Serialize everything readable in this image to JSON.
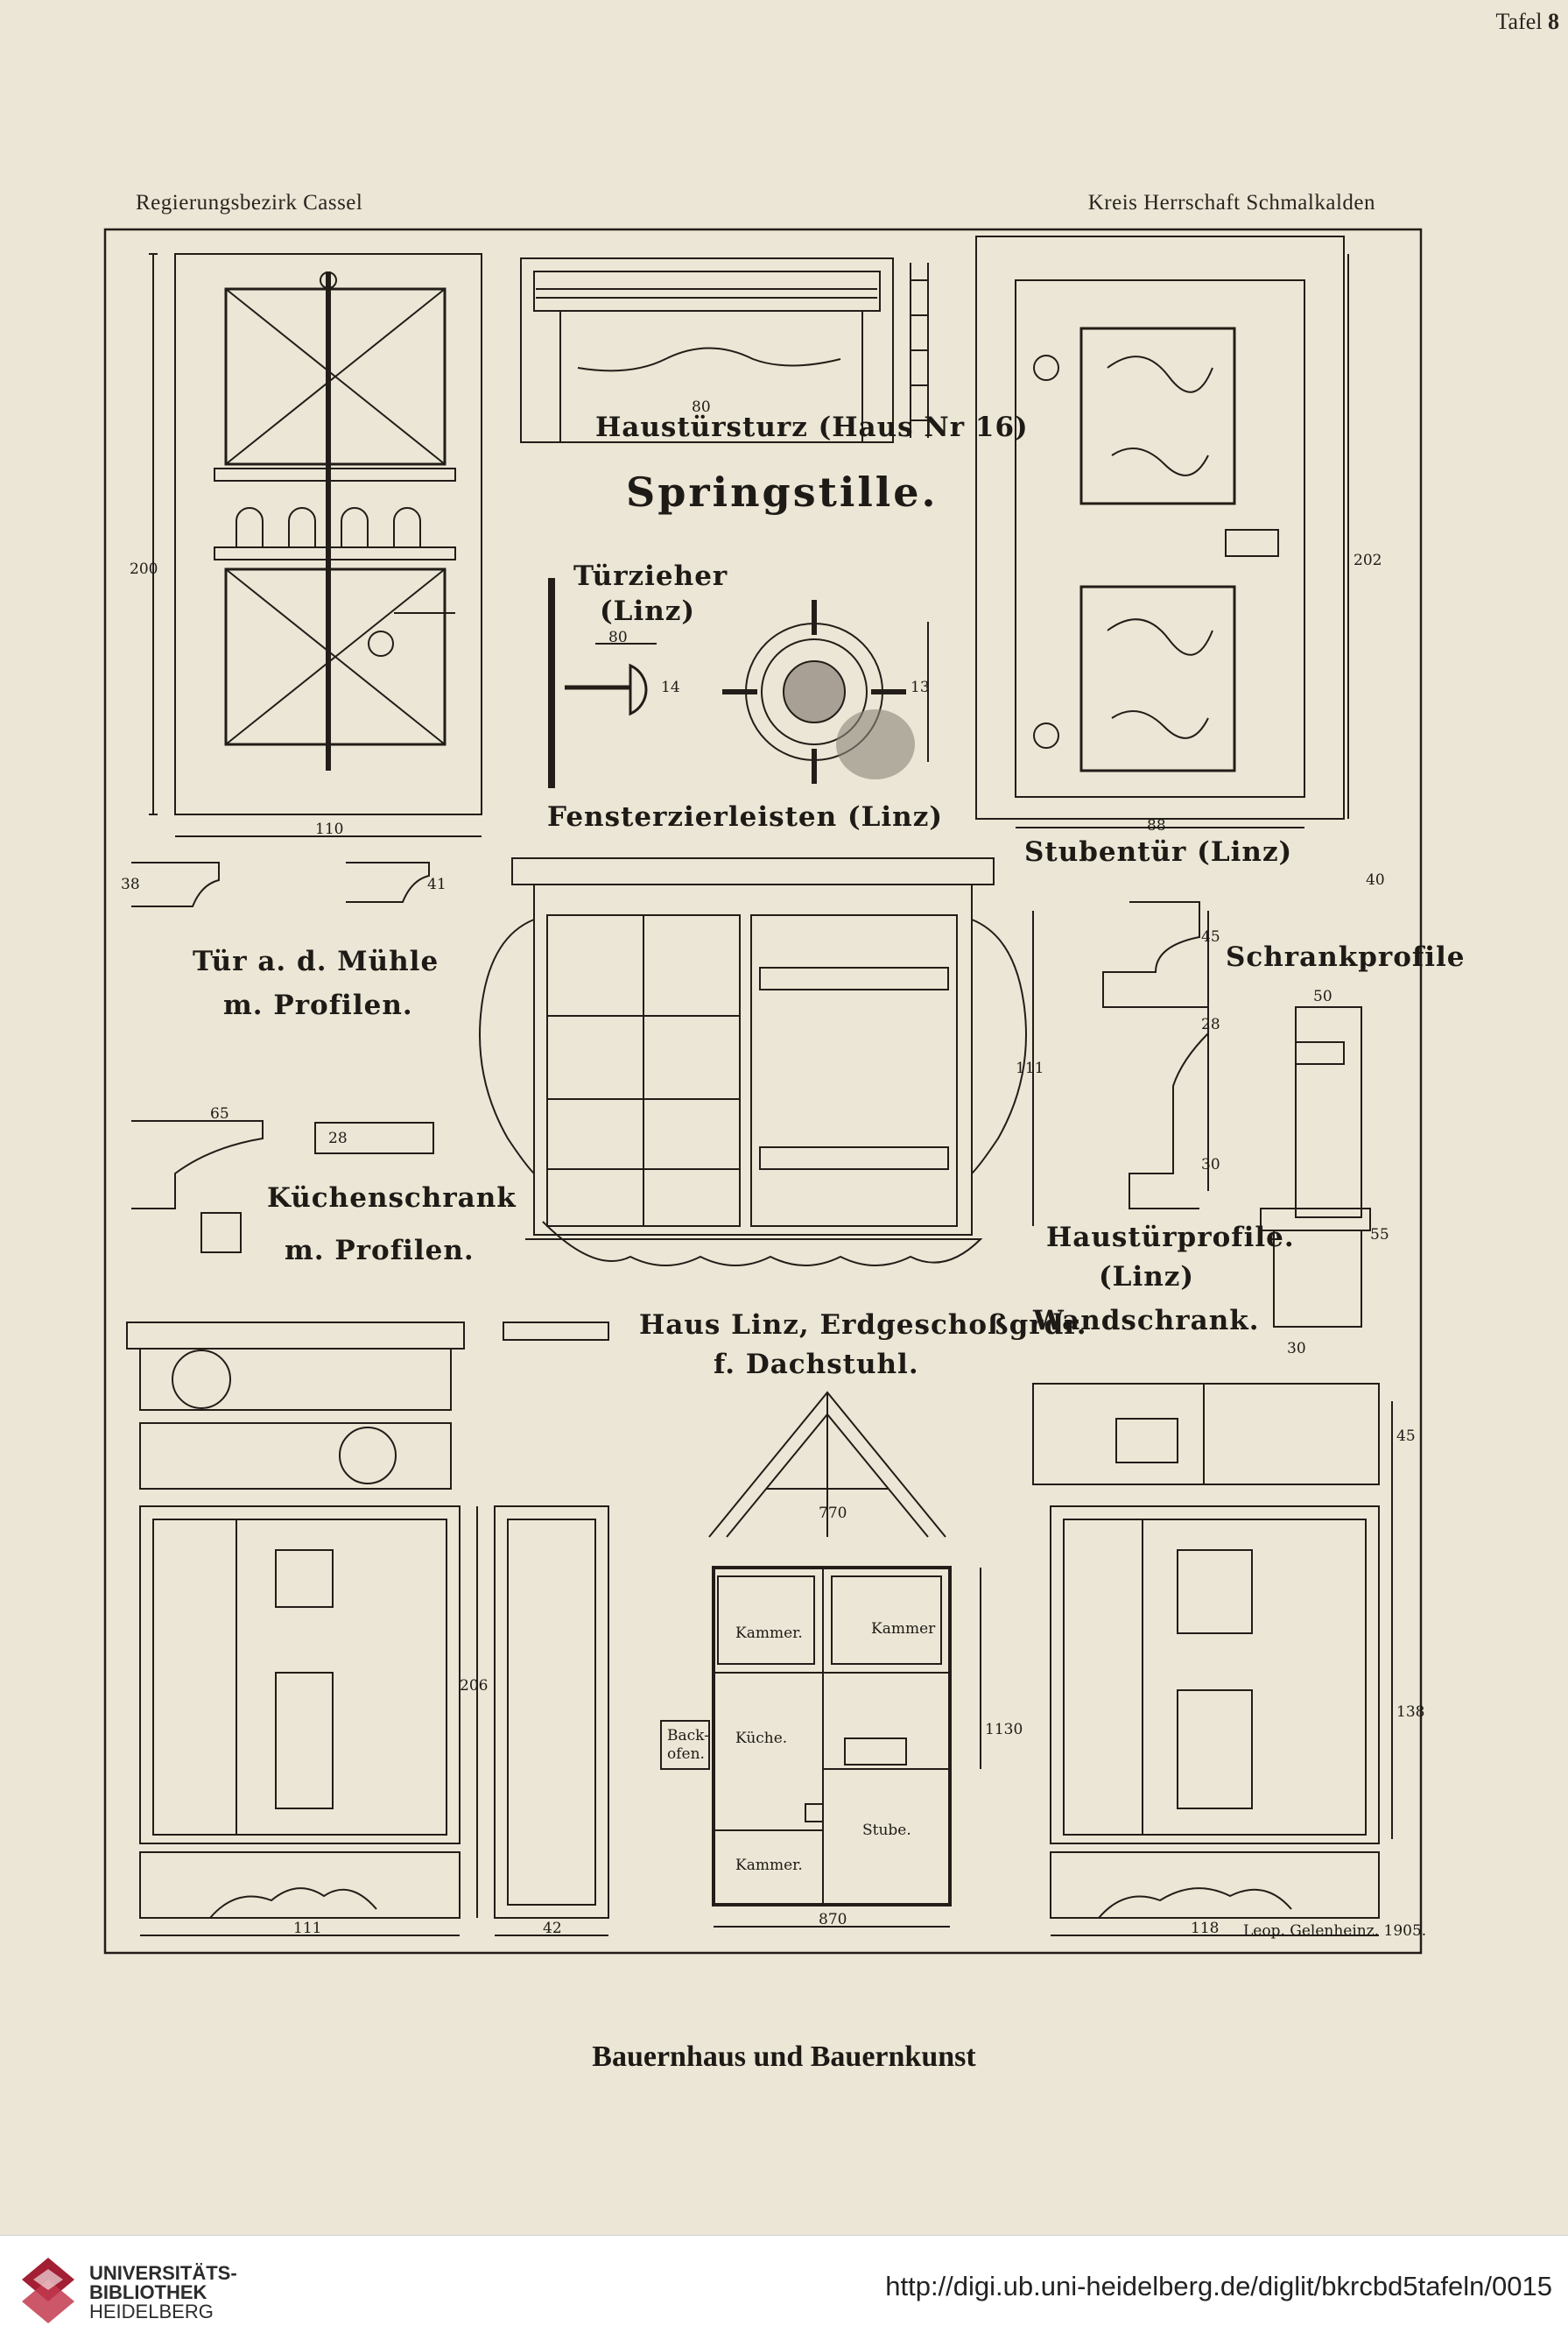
{
  "header": {
    "plate_word": "Tafel",
    "plate_number": "8",
    "region": "Regierungsbezirk Cassel",
    "district": "Kreis Herrschaft Schmalkalden"
  },
  "captions": {
    "haustursturz": "Haustürsturz (Haus Nr 16)",
    "springstille": "Springstille.",
    "turzieher_1": "Türzieher",
    "turzieher_2": "(Linz)",
    "fensterzierleisten": "Fensterzierleisten (Linz)",
    "stubentur": "Stubentür (Linz)",
    "tur_muhle_1": "Tür a. d. Mühle",
    "tur_muhle_2": "m. Profilen.",
    "schrankprofile": "Schrankprofile",
    "kuchenschrank_1": "Küchenschrank",
    "kuchenschrank_2": "m. Profilen.",
    "haustur_profile_1": "Haustürprofile.",
    "haustur_profile_2": "(Linz)",
    "wandschrank": "Wandschrank.",
    "haus_linz_1": "Haus Linz, Erdgeschoßgrdr.",
    "haus_linz_2": "f. Dachstuhl.",
    "signature": "Leop. Gelenheinz. 1905."
  },
  "floorplan_rooms": {
    "kammer_1": "Kammer.",
    "kammer_2": "Kammer",
    "kuche": "Küche.",
    "backofen_1": "Back-",
    "backofen_2": "ofen.",
    "stube": "Stube.",
    "kammer_3": "Kammer."
  },
  "dimensions": {
    "door_height": "200",
    "door_width": "110",
    "lintel": "80",
    "stubentur_height": "202",
    "stubentur_width": "88",
    "turzieher_w": "80",
    "turzieher_h": "14",
    "fenster_h": "13",
    "window_h": "111",
    "kuchen_h": "206",
    "kuchen_w": "111",
    "kuchen_side_w": "42",
    "plan_w": "870",
    "plan_roof": "770",
    "plan_h": "1130",
    "wand_h1": "45",
    "wand_h2": "138",
    "wand_w": "118",
    "schrank_1": "40",
    "schrank_2": "50",
    "haustur_1": "45",
    "haustur_2": "28",
    "haustur_3": "30",
    "wand_prof_1": "55",
    "wand_prof_2": "30",
    "kuchen_prof_1": "65",
    "kuchen_prof_2": "28",
    "tur_prof_1": "38",
    "tur_prof_2": "41"
  },
  "series_title": "Bauernhaus und Bauernkunst",
  "footer": {
    "library_line1": "UNIVERSITÄTS-",
    "library_line2": "BIBLIOTHEK",
    "library_line3": "HEIDELBERG",
    "url": "http://digi.ub.uni-heidelberg.de/diglit/bkrcbd5tafeln/0015"
  },
  "colors": {
    "paper": "#ebe6d5",
    "ink": "#1e1a16",
    "logo_red": "#a31f34"
  }
}
